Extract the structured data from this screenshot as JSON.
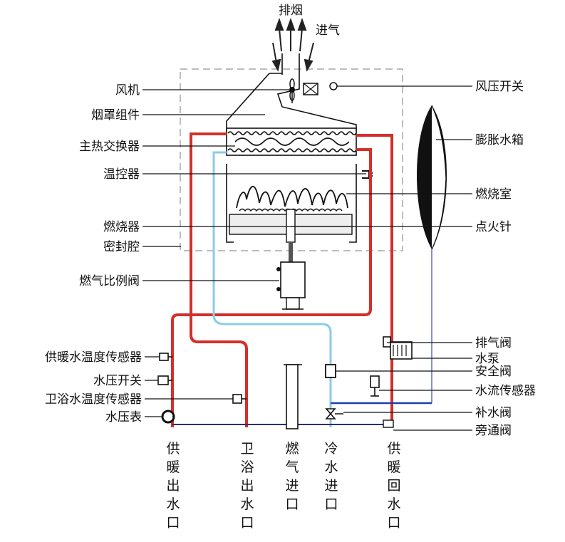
{
  "top": {
    "exhaust": "排烟",
    "intake": "进气"
  },
  "left_labels": [
    "风机",
    "烟罩组件",
    "主热交换器",
    "温控器",
    "燃烧器",
    "密封腔",
    "燃气比例阀",
    "供暖水温度传感器",
    "水压开关",
    "卫浴水温度传感器",
    "水压表"
  ],
  "right_labels": [
    "风压开关",
    "膨胀水箱",
    "燃烧室",
    "点火针",
    "排气阀",
    "水泵",
    "安全阀",
    "水流传感器",
    "补水阀",
    "旁通阀"
  ],
  "bottom_ports": [
    "供暖出水口",
    "卫浴出水口",
    "燃气进口",
    "冷水进口",
    "供暖回水口"
  ]
}
